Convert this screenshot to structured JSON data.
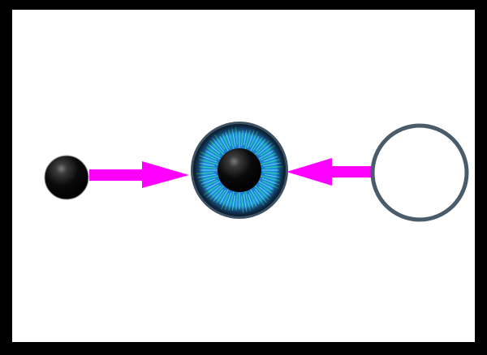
{
  "diagram": {
    "elements": [
      {
        "role": "source",
        "icon": "small-pupil-dot"
      },
      {
        "role": "arrow",
        "direction": "right"
      },
      {
        "role": "center",
        "icon": "eye-iris-with-pupil"
      },
      {
        "role": "arrow",
        "direction": "left"
      },
      {
        "role": "source",
        "icon": "large-hollow-circle"
      }
    ],
    "colors": {
      "frame": "#000000",
      "background": "#ffffff",
      "arrow": "#ff00ff",
      "hollow_circle_stroke": "#4a5c6a",
      "iris_outer": "#1e3a57",
      "iris_mid": "#1f7fc9",
      "iris_fiber": "#2fd6a0",
      "pupil": "#000000"
    }
  }
}
